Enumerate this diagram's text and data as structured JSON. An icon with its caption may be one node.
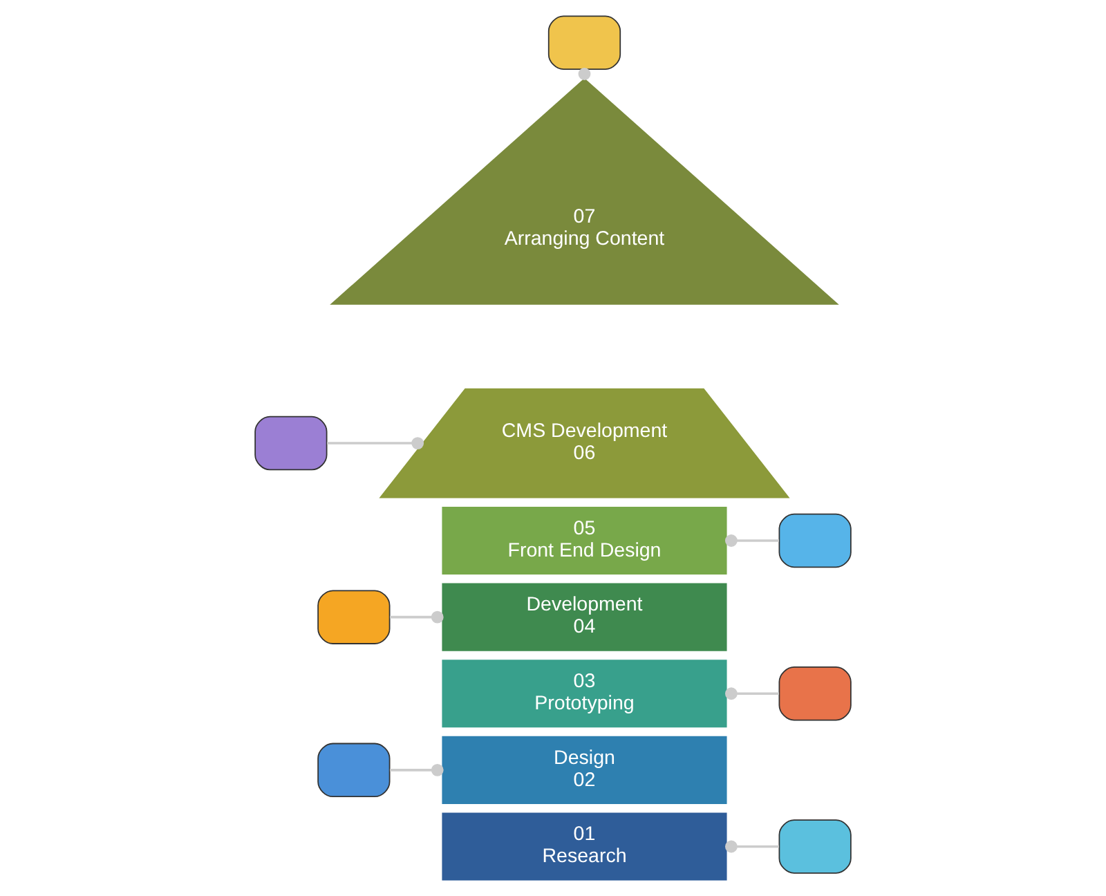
{
  "diagram": {
    "nodes": [
      {
        "text": [
          "07",
          "Arranging Content"
        ]
      },
      {
        "text": [
          "CMS Development",
          "06"
        ]
      },
      {
        "text": [
          "05",
          "Front End Design"
        ]
      },
      {
        "text": [
          "Development",
          "04"
        ]
      },
      {
        "text": [
          "03",
          "Prototyping"
        ]
      },
      {
        "text": [
          "Design",
          "02"
        ]
      },
      {
        "text": [
          "01",
          "Research"
        ]
      },
      {
        "text": [],
        "shape": "box"
      },
      {
        "text": [],
        "shape": "box"
      },
      {
        "text": [],
        "shape": "box"
      },
      {
        "text": [],
        "shape": "box"
      },
      {
        "text": [],
        "shape": "box"
      },
      {
        "text": [],
        "shape": "box"
      },
      {
        "text": [],
        "shape": "box"
      }
    ],
    "edges": [
      {
        "from": 7,
        "to": 0,
        "arrow": "other"
      },
      {
        "from": 8,
        "to": 1,
        "arrow": "other"
      },
      {
        "from": 9,
        "to": 2,
        "arrow": "other"
      },
      {
        "from": 10,
        "to": 3,
        "arrow": "other"
      },
      {
        "from": 11,
        "to": 4,
        "arrow": "other"
      },
      {
        "from": 12,
        "to": 5,
        "arrow": "other"
      },
      {
        "from": 13,
        "to": 6,
        "arrow": "other"
      }
    ]
  }
}
